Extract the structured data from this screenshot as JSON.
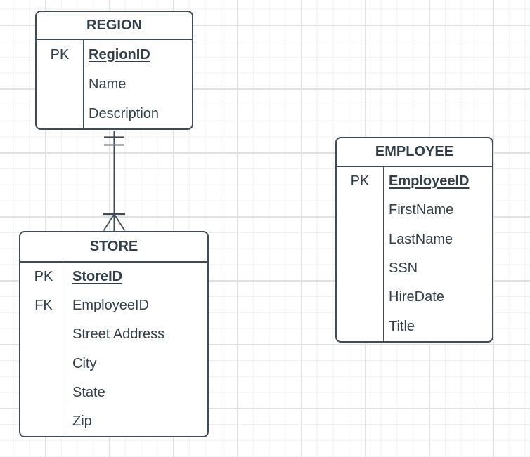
{
  "diagram": {
    "entities": [
      {
        "name": "REGION",
        "rows": [
          {
            "key": "PK",
            "attr": "RegionID",
            "pk": true
          },
          {
            "key": "",
            "attr": "Name",
            "pk": false
          },
          {
            "key": "",
            "attr": "Description",
            "pk": false
          }
        ]
      },
      {
        "name": "STORE",
        "rows": [
          {
            "key": "PK",
            "attr": "StoreID",
            "pk": true
          },
          {
            "key": "FK",
            "attr": "EmployeeID",
            "pk": false
          },
          {
            "key": "",
            "attr": "Street Address",
            "pk": false
          },
          {
            "key": "",
            "attr": "City",
            "pk": false
          },
          {
            "key": "",
            "attr": "State",
            "pk": false
          },
          {
            "key": "",
            "attr": "Zip",
            "pk": false
          }
        ]
      },
      {
        "name": "EMPLOYEE",
        "rows": [
          {
            "key": "PK",
            "attr": "EmployeeID",
            "pk": true
          },
          {
            "key": "",
            "attr": "FirstName",
            "pk": false
          },
          {
            "key": "",
            "attr": "LastName",
            "pk": false
          },
          {
            "key": "",
            "attr": "SSN",
            "pk": false
          },
          {
            "key": "",
            "attr": "HireDate",
            "pk": false
          },
          {
            "key": "",
            "attr": "Title",
            "pk": false
          }
        ]
      }
    ],
    "relationships": [
      {
        "from": "REGION",
        "to": "STORE",
        "from_marker": "one-and-only-one (two ticks)",
        "to_marker": "one-or-many (tick and crow's foot)"
      }
    ],
    "colors": {
      "stroke": "#414b55",
      "muted_stroke": "#79828a",
      "text": "#333e48",
      "background": "#ffffff",
      "table_fill": "#ffffff",
      "grid_minor": "#f1f1f1",
      "grid_major": "#e1e1e1"
    }
  }
}
